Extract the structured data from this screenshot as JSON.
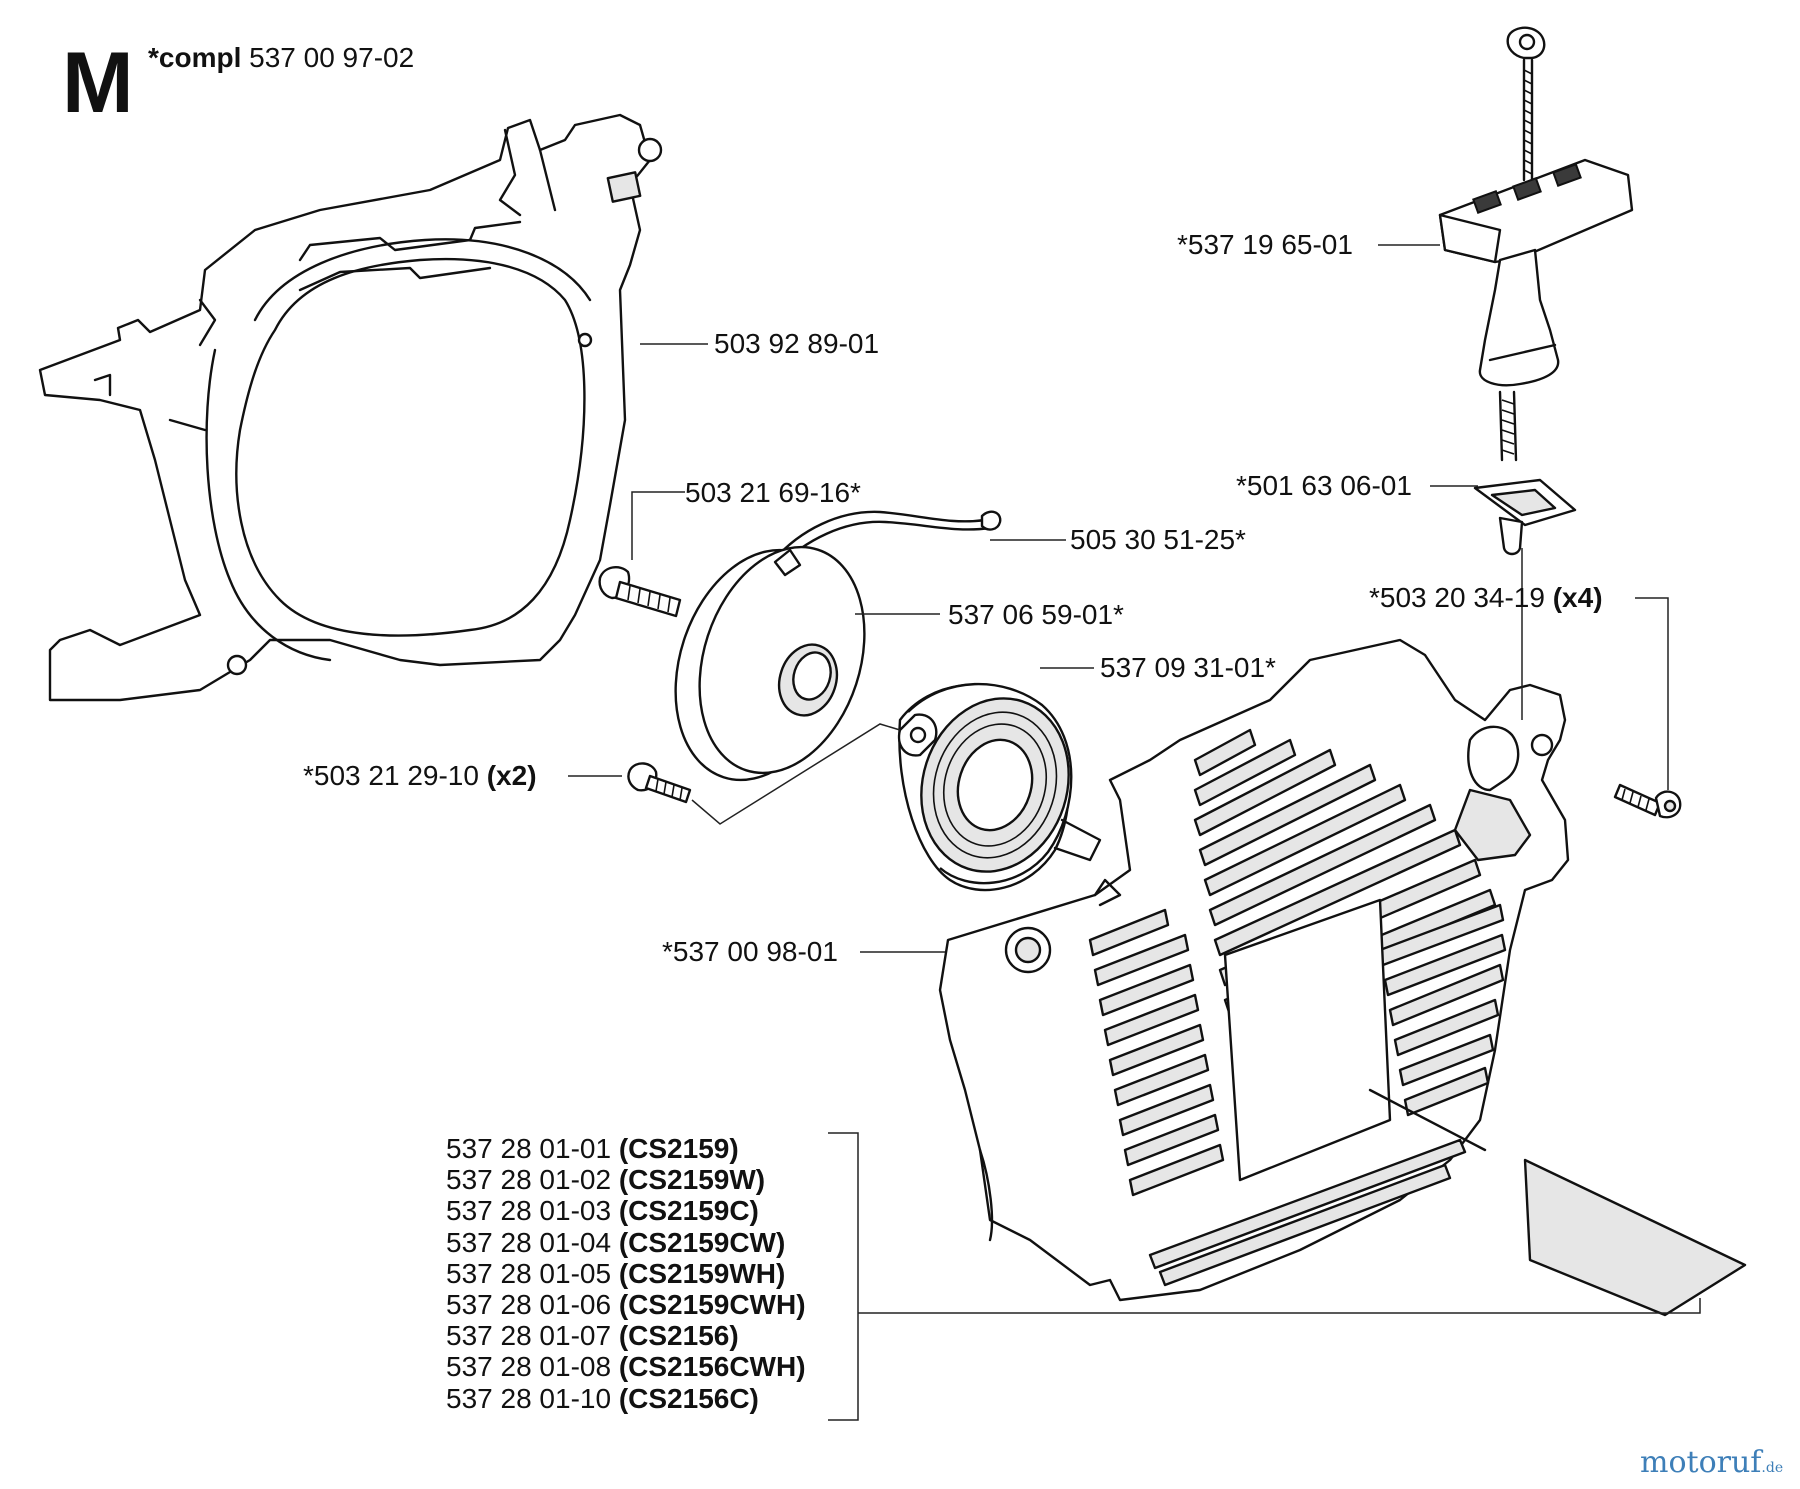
{
  "section": {
    "letter": "M",
    "assembly_prefix": "*compl",
    "assembly_number": "537 00 97-02"
  },
  "parts": {
    "p1": {
      "number": "503 92 89-01",
      "qty": ""
    },
    "p2": {
      "number": "*537 19 65-01",
      "qty": ""
    },
    "p3": {
      "number": "*501 63 06-01",
      "qty": ""
    },
    "p4": {
      "number": "503 21 69-16*",
      "qty": ""
    },
    "p5": {
      "number": "505 30 51-25*",
      "qty": ""
    },
    "p6": {
      "number": "537 06 59-01*",
      "qty": ""
    },
    "p7": {
      "number": "537 09 31-01*",
      "qty": ""
    },
    "p8": {
      "number": "*503 20 34-19",
      "qty": "(x4)"
    },
    "p9": {
      "number": "*503 21 29-10",
      "qty": "(x2)"
    },
    "p10": {
      "number": "*537 00 98-01",
      "qty": ""
    }
  },
  "variants": [
    {
      "number": "537 28 01-01",
      "model": "(CS2159)"
    },
    {
      "number": "537 28 01-02",
      "model": "(CS2159W)"
    },
    {
      "number": "537 28 01-03",
      "model": "(CS2159C)"
    },
    {
      "number": "537 28 01-04",
      "model": "(CS2159CW)"
    },
    {
      "number": "537 28 01-05",
      "model": "(CS2159WH)"
    },
    {
      "number": "537 28 01-06",
      "model": "(CS2159CWH)"
    },
    {
      "number": "537 28 01-07",
      "model": "(CS2156)"
    },
    {
      "number": "537 28 01-08",
      "model": "(CS2156CWH)"
    },
    {
      "number": "537 28 01-10",
      "model": "(CS2156C)"
    }
  ],
  "watermark": {
    "main": "motoruf",
    "tld": ".de"
  }
}
